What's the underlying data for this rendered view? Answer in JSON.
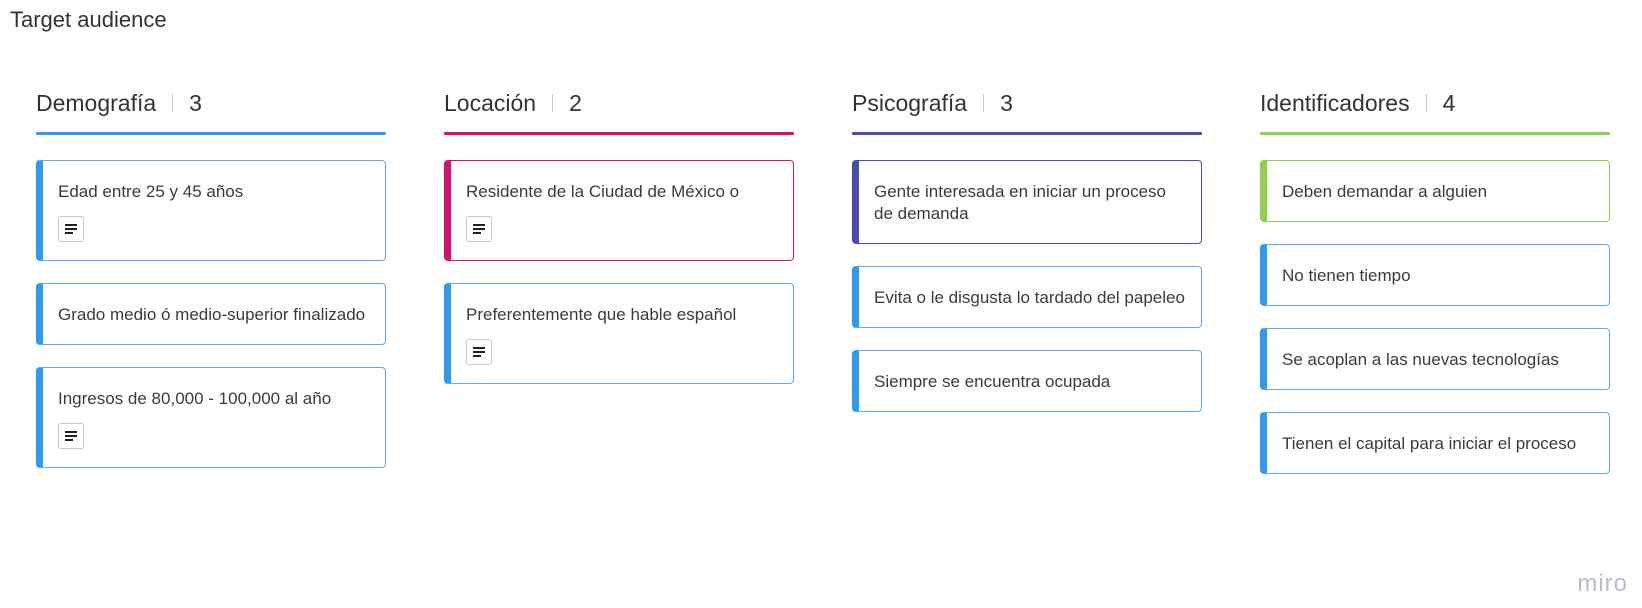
{
  "board": {
    "title": "Target audience",
    "logo": "miro"
  },
  "columns": [
    {
      "title": "Demografía",
      "count": "3",
      "color": "#2d9bf0",
      "cards": [
        {
          "text": "Edad entre 25 y 45 años",
          "has_note": true,
          "accent": "#2d9bf0",
          "border": "#5aa9e8"
        },
        {
          "text": "Grado medio ó medio-superior finalizado",
          "has_note": false,
          "accent": "#2d9bf0",
          "border": "#5aa9e8"
        },
        {
          "text": "Ingresos de 80,000 - 100,000 al año",
          "has_note": true,
          "accent": "#2d9bf0",
          "border": "#5aa9e8"
        }
      ]
    },
    {
      "title": "Locación",
      "count": "2",
      "color": "#d3136b",
      "cards": [
        {
          "text": "Residente de la Ciudad de México o",
          "has_note": true,
          "accent": "#d3136b",
          "border": "#d3136b"
        },
        {
          "text": "Preferentemente que hable español",
          "has_note": true,
          "accent": "#2d9bf0",
          "border": "#5aa9e8"
        }
      ]
    },
    {
      "title": "Psicografía",
      "count": "3",
      "color": "#4b4cb0",
      "cards": [
        {
          "text": "Gente interesada en iniciar un proceso de demanda",
          "has_note": false,
          "accent": "#4b4cb0",
          "border": "#4b4cb0"
        },
        {
          "text": "Evita o le disgusta lo tardado del papeleo",
          "has_note": false,
          "accent": "#2d9bf0",
          "border": "#5aa9e8"
        },
        {
          "text": "Siempre se encuentra ocupada",
          "has_note": false,
          "accent": "#2d9bf0",
          "border": "#5aa9e8"
        }
      ]
    },
    {
      "title": "Identificadores",
      "count": "4",
      "color": "#8fd14f",
      "cards": [
        {
          "text": "Deben demandar a alguien",
          "has_note": false,
          "accent": "#8fd14f",
          "border": "#8fd14f"
        },
        {
          "text": "No tienen tiempo",
          "has_note": false,
          "accent": "#2d9bf0",
          "border": "#5aa9e8"
        },
        {
          "text": "Se acoplan a las nuevas tecnologías",
          "has_note": false,
          "accent": "#2d9bf0",
          "border": "#5aa9e8"
        },
        {
          "text": "Tienen el capital para iniciar el proceso",
          "has_note": false,
          "accent": "#2d9bf0",
          "border": "#5aa9e8"
        }
      ]
    }
  ]
}
